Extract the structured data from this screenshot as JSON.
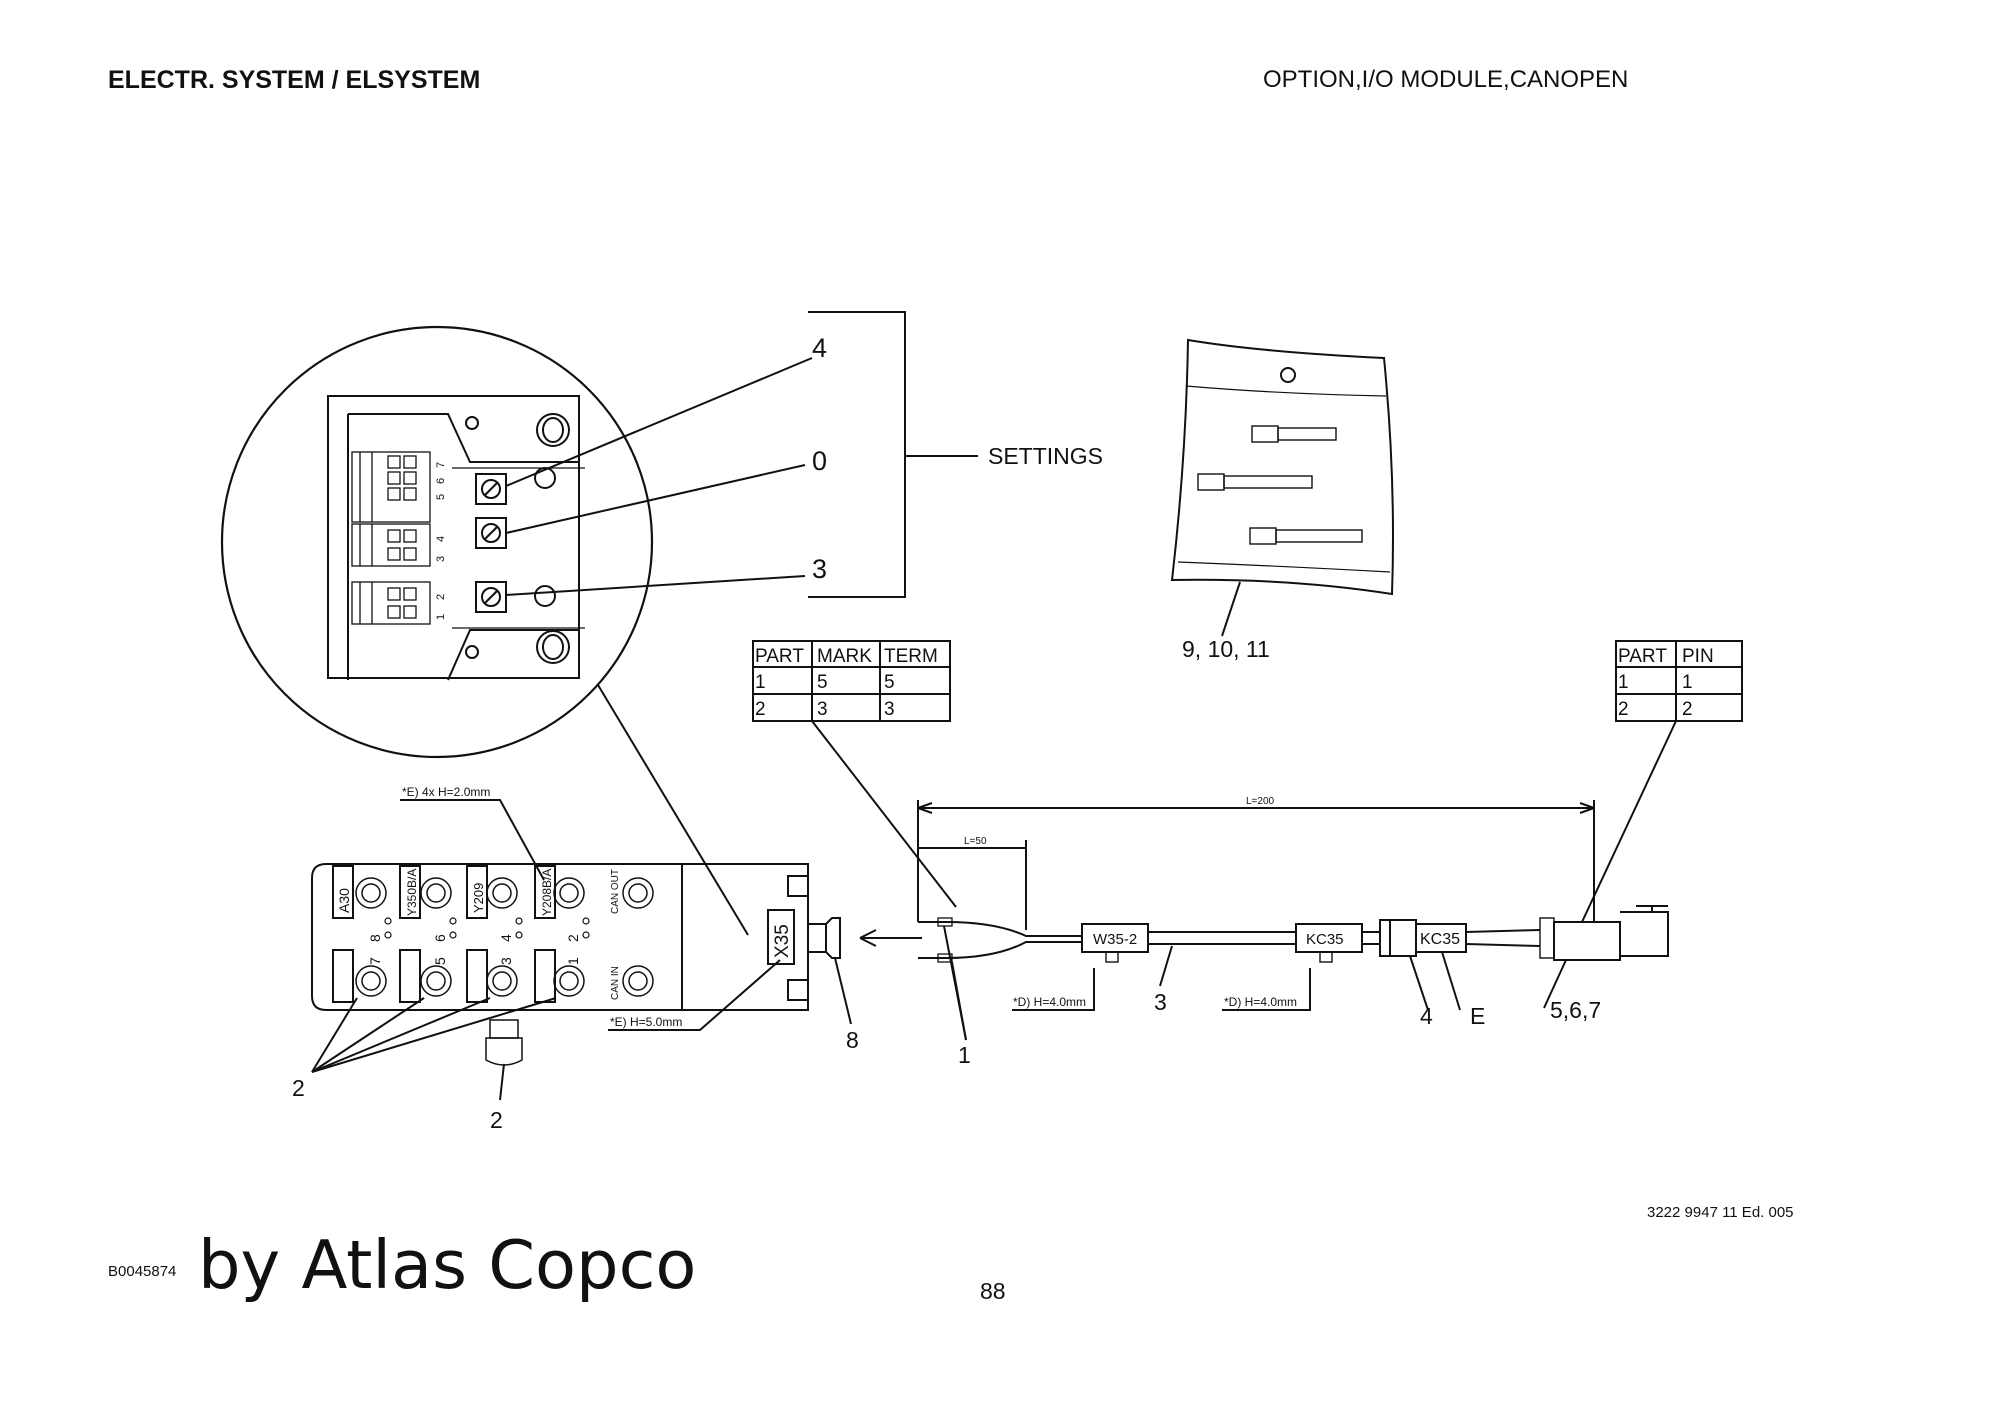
{
  "header": {
    "section_title": "ELECTR. SYSTEM / ELSYSTEM",
    "page_subject": "OPTION,I/O MODULE,CANOPEN"
  },
  "detail_view": {
    "switch_callouts": [
      "4",
      "0",
      "3"
    ],
    "settings_label": "SETTINGS",
    "terminal_numbers": [
      "7",
      "5",
      "6",
      "3",
      "4",
      "1",
      "2"
    ]
  },
  "terminal_pins_callout": "9, 10, 11",
  "table_mark": {
    "headers": [
      "PART",
      "MARK",
      "TERM"
    ],
    "rows": [
      [
        "1",
        "5",
        "5"
      ],
      [
        "2",
        "3",
        "3"
      ]
    ]
  },
  "table_pin": {
    "headers": [
      "PART",
      "PIN"
    ],
    "rows": [
      [
        "1",
        "1"
      ],
      [
        "2",
        "2"
      ]
    ]
  },
  "io_module": {
    "port_labels": [
      "A30",
      "Y350B/A",
      "Y209",
      "Y208B/A"
    ],
    "can_out": "CAN OUT",
    "can_in": "CAN IN",
    "connector_label": "X35",
    "pin_numbers": [
      "7",
      "8",
      "5",
      "6",
      "3",
      "4",
      "1",
      "2"
    ],
    "marker_note_top": "*E) 4x H=2.0mm",
    "marker_note_bottom": "*E) H=5.0mm"
  },
  "cable": {
    "length_total": "L=200",
    "length_stripped": "L=50",
    "marker_w": "W35-2",
    "marker_kc_cable": "KC35",
    "marker_kc_plug": "KC35",
    "heat_note_1": "*D) H=4.0mm",
    "heat_note_2": "*D) H=4.0mm"
  },
  "item_callouts": {
    "wires": "1",
    "cable": "3",
    "plug": "4",
    "marker": "E",
    "connector": "5,6,7",
    "gland": "8",
    "caps": "2",
    "cap_single": "2"
  },
  "footer": {
    "doc_number": "3222 9947 11  Ed. 005",
    "page_number": "88",
    "figure_id": "B0045874",
    "brand_text": "by Atlas Copco"
  }
}
